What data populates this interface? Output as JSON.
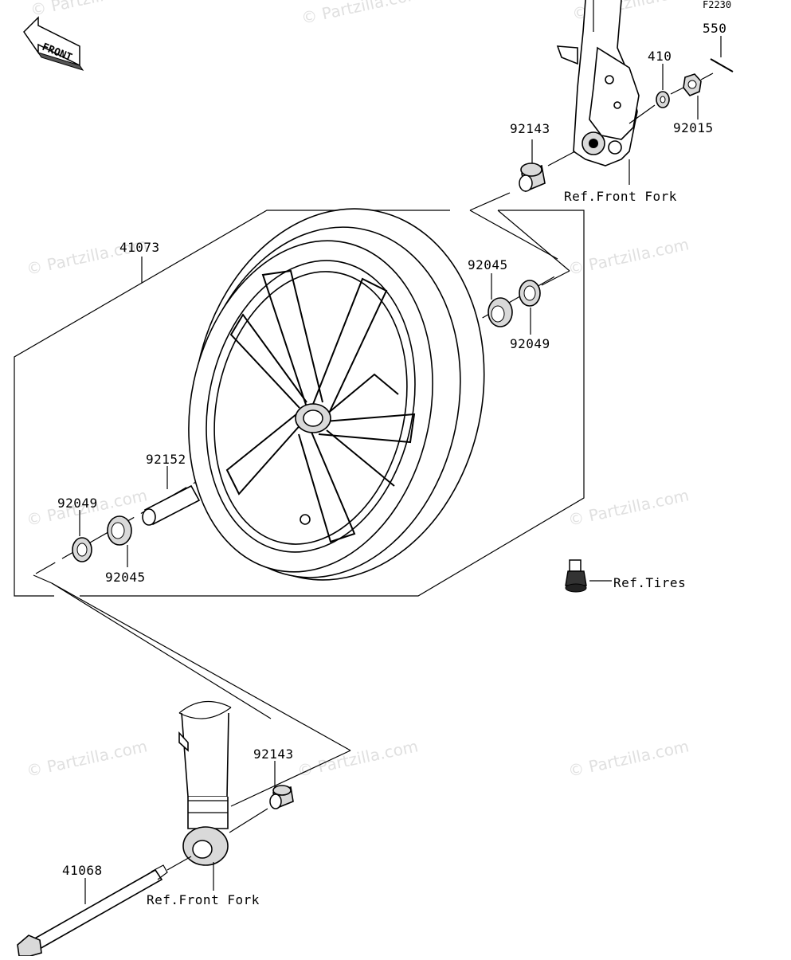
{
  "diagram": {
    "code": "F2230",
    "front_label": "FRONT",
    "watermark": "© Partzilla.com",
    "parts": [
      {
        "id": "550",
        "label": "550"
      },
      {
        "id": "410",
        "label": "410"
      },
      {
        "id": "92015",
        "label": "92015"
      },
      {
        "id": "92143-top",
        "label": "92143"
      },
      {
        "id": "41073",
        "label": "41073"
      },
      {
        "id": "92045-right",
        "label": "92045"
      },
      {
        "id": "92049-right",
        "label": "92049"
      },
      {
        "id": "92152",
        "label": "92152"
      },
      {
        "id": "92049-left",
        "label": "92049"
      },
      {
        "id": "92045-left",
        "label": "92045"
      },
      {
        "id": "92143-bottom",
        "label": "92143"
      },
      {
        "id": "41068",
        "label": "41068"
      }
    ],
    "references": {
      "front_fork_top": "Ref.Front Fork",
      "front_fork_bottom": "Ref.Front Fork",
      "tires": "Ref.Tires"
    }
  }
}
